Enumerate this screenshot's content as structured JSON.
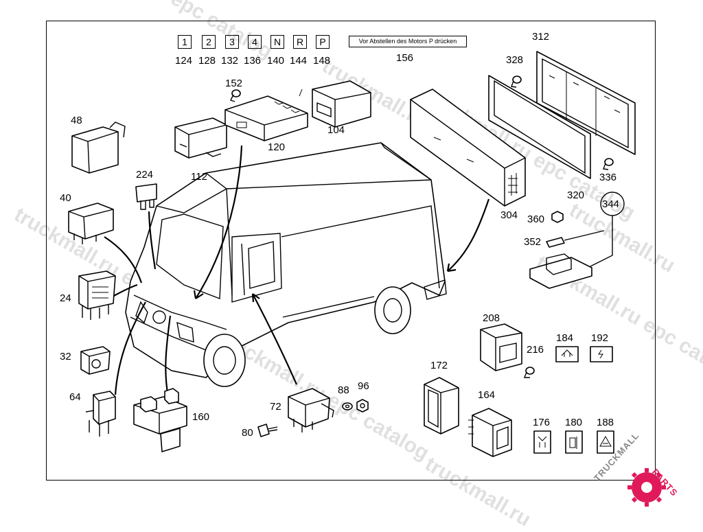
{
  "watermarks": [
    "epc catalog",
    "truckmall.ru",
    "truckmall.ru epc catalog",
    "truckmall.ru epc catalog",
    "truckmall.ru",
    "truckmall.ru epc catalog",
    "truckmall.ru epc catalog",
    "truckmall.ru"
  ],
  "logo": {
    "text_top": "TRUCKMALL",
    "text_right": "PARTS",
    "accent_color": "#e0195a",
    "text_color": "#888888"
  },
  "gear_positions": [
    "1",
    "2",
    "3",
    "4",
    "N",
    "R",
    "P"
  ],
  "gear_numbers": [
    "124",
    "128",
    "132",
    "136",
    "140",
    "144",
    "148"
  ],
  "notice": {
    "text": "Vor Abstellen des Motors P drücken",
    "number": "156"
  },
  "callouts": {
    "c48": "48",
    "c40": "40",
    "c24": "24",
    "c32": "32",
    "c64": "64",
    "c224": "224",
    "c112": "112",
    "c152": "152",
    "c120": "120",
    "c104": "104",
    "c160": "160",
    "c72": "72",
    "c80": "80",
    "c88": "88",
    "c96": "96",
    "c312": "312",
    "c328": "328",
    "c320": "320",
    "c336": "336",
    "c304": "304",
    "c344": "344",
    "c360": "360",
    "c352": "352",
    "c208": "208",
    "c216": "216",
    "c184": "184",
    "c192": "192",
    "c172": "172",
    "c164": "164",
    "c176": "176",
    "c180": "180",
    "c188": "188"
  }
}
